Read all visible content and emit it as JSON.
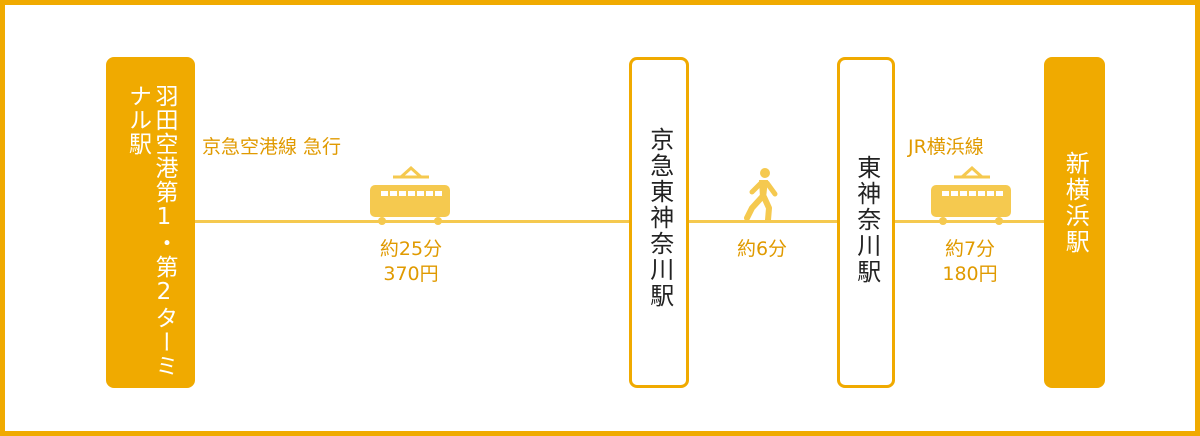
{
  "colors": {
    "accent": "#f0aa00",
    "line": "#f5c94f",
    "station_text": "#222222"
  },
  "stations": [
    {
      "name": "羽田空港第1・第2ターミナル駅",
      "style": "filled"
    },
    {
      "name": "京急東神奈川駅",
      "style": "outline"
    },
    {
      "name": "東神奈川駅",
      "style": "outline"
    },
    {
      "name": "新横浜駅",
      "style": "filled"
    }
  ],
  "segments": [
    {
      "line_name": "京急空港線 急行",
      "mode": "train-icon",
      "time": "約25分",
      "fare": "370円"
    },
    {
      "line_name": "",
      "mode": "walking-person-icon",
      "time": "約6分",
      "fare": ""
    },
    {
      "line_name": "JR横浜線",
      "mode": "train-icon",
      "time": "約7分",
      "fare": "180円"
    }
  ]
}
